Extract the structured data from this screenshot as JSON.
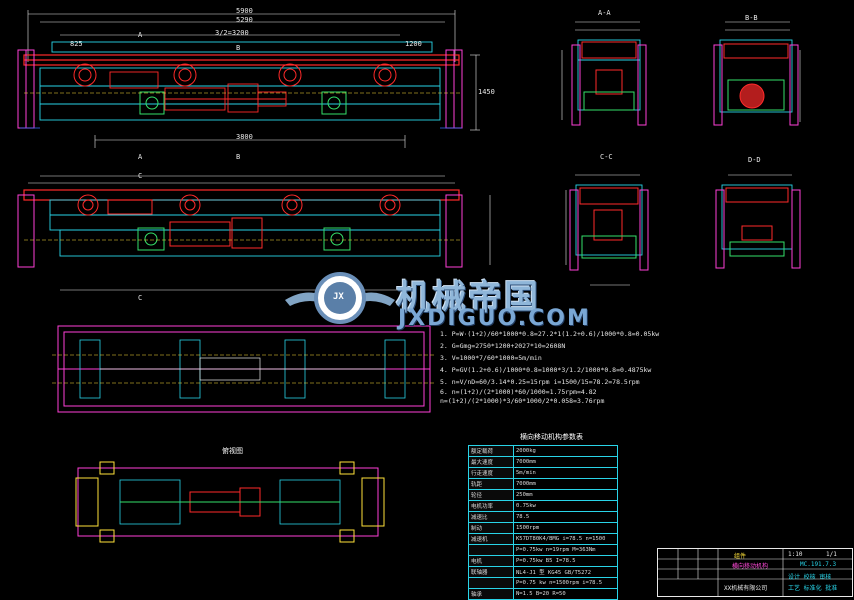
{
  "views": {
    "section_a": "A-A",
    "section_b": "B-B",
    "section_c": "C-C",
    "section_d": "D-D",
    "plan_title": "俯视图",
    "cut_a": "A",
    "cut_b": "B",
    "cut_c": "C"
  },
  "dimensions": {
    "top_overall": "5900",
    "top_inner": "5290",
    "top_span": "3/2=3200",
    "bottom_span": "3800",
    "side_height": "1450",
    "left_dim": "825",
    "right_dim": "1200"
  },
  "calc_notes": [
    "1. P=W·(1+2)/60*1000*0.8=27.2*1(1.2+0.6)/1000*0.8=0.05kw",
    "2. G=Gmg=2750*1200+2027*10=2608N",
    "3. V=1000*7/60*1000=5m/min",
    "4. P=GV(1.2+0.6)/1000*0.8=1000*3/1.2/1000*0.8=0.4875kw",
    "5. n=V/nD=60/3.14*0.25=15rpm    i=1500/15=78.2=78.5rpm",
    "6. n=(1+2)/(2*1000)*60/1000=1.75rpm=4.82",
    "   n=(1+2)/(2*1000)*3/60*1000/2*0.058=3.76rpm"
  ],
  "param_table": {
    "title": "横向移动机构参数表",
    "rows": [
      {
        "k": "额定载荷",
        "v": "2000kg"
      },
      {
        "k": "最大速度",
        "v": "7000mm"
      },
      {
        "k": "行走速度",
        "v": "5m/min"
      },
      {
        "k": "轨距",
        "v": "7000mm"
      },
      {
        "k": "轮径",
        "v": "250mm"
      },
      {
        "k": "电机功率",
        "v": "0.75kw"
      },
      {
        "k": "减速比",
        "v": "78.5"
      },
      {
        "k": "制动",
        "v": "1500rpm"
      },
      {
        "k": "减速机",
        "v": "K57DT80K4/BMG  i=78.5  n=1500"
      },
      {
        "k": "",
        "v": "P=0.75kw  n=19rpm  M=363Nm"
      },
      {
        "k": "电机",
        "v": "P=0.75kw  B5  I=78.5"
      },
      {
        "k": "联轴器",
        "v": "NL4-J1 型  KG45  GB/T5272"
      },
      {
        "k": "",
        "v": "P=0.75 kw  n=1500rpm  i=78.5"
      },
      {
        "k": "轴承",
        "v": "N=1.5   B=20   R=50"
      }
    ]
  },
  "title_block": {
    "drawing_no": "MC.191.7.3",
    "name": "横向移动机构",
    "company": "XX机械有限公司",
    "scale": "1:10",
    "sheet": "1/1",
    "material": "组件",
    "note_line1": "设计  校核  审核",
    "note_line2": "工艺  标准化  批准"
  },
  "watermark": {
    "cn": "机械帝国",
    "en": "JXDIGUO.COM",
    "badge": "JX"
  },
  "colors": {
    "background": "#000000",
    "red": "#ff2a2a",
    "green": "#35e06a",
    "cyan": "#29d4e8",
    "magenta": "#ff3fd8",
    "yellow": "#ffe23a",
    "white": "#e8e8e8",
    "blue": "#3a6bff"
  }
}
